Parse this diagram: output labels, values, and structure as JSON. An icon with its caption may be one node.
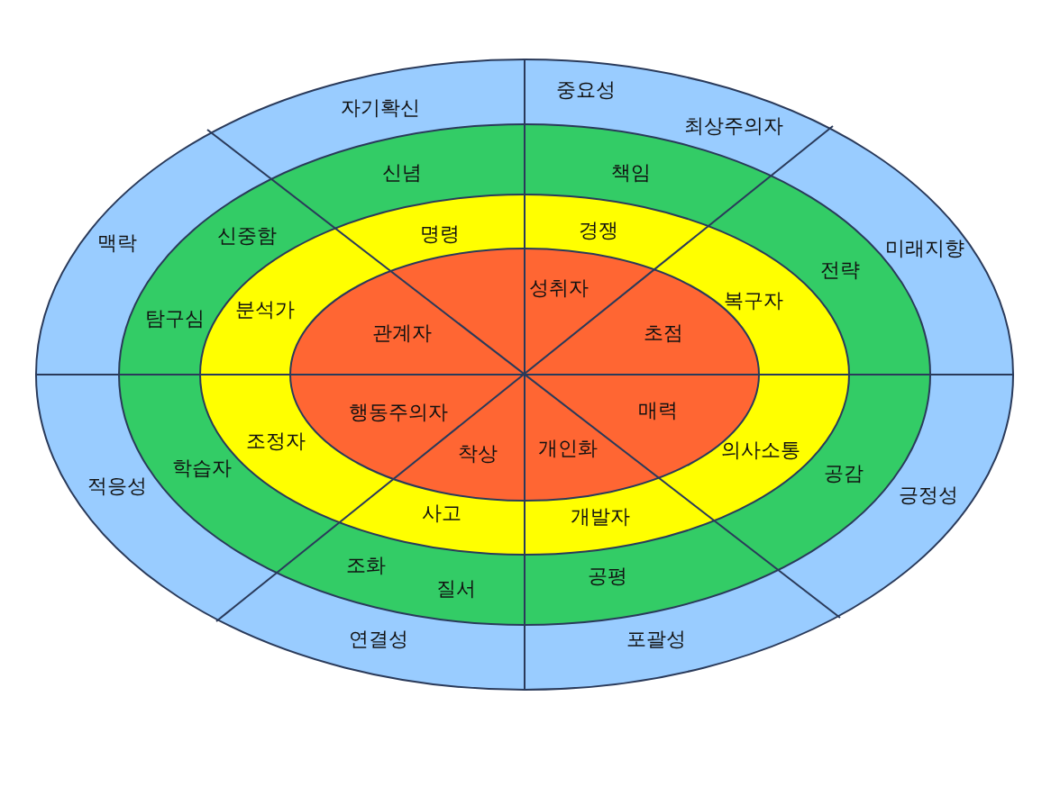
{
  "diagram": {
    "labels": [
      "자기확신",
      "중요성",
      "최상주의자",
      "신념",
      "책임",
      "맥락",
      "신중함",
      "명령",
      "경쟁",
      "미래지향",
      "전략",
      "성취자",
      "분석가",
      "복구자",
      "탐구심",
      "관계자",
      "초점",
      "행동주의자",
      "매력",
      "조정자",
      "착상",
      "개인화",
      "의사소통",
      "학습자",
      "공감",
      "적응성",
      "긍정성",
      "사고",
      "개발자",
      "조화",
      "공평",
      "질서",
      "연결성",
      "포괄성"
    ]
  }
}
